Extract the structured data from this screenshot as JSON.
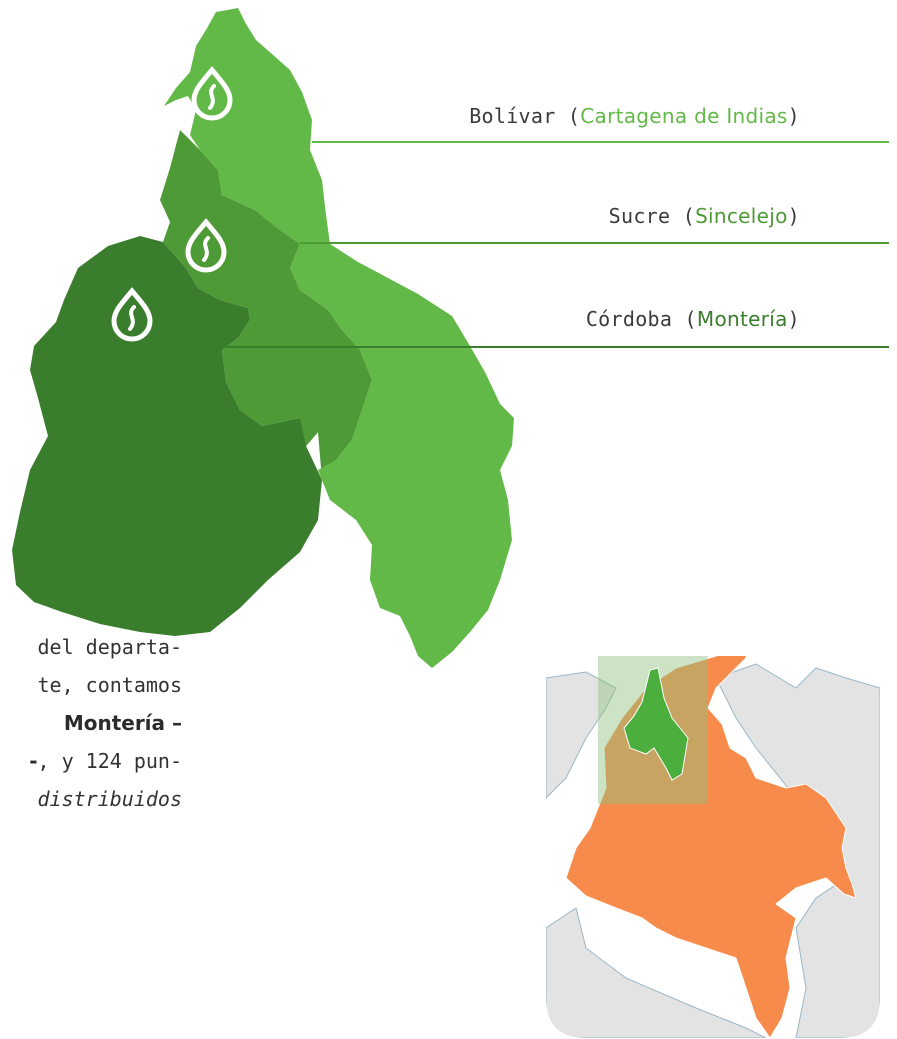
{
  "colors": {
    "bolivar": "#62b947",
    "sucre": "#4e9a36",
    "cordoba": "#3a7d2c",
    "inset_colombia": "#f68b4c",
    "inset_highlight": "#b8dcaa",
    "inset_neighbors": "#e3e3e3",
    "inset_sea": "#ffffff"
  },
  "icons": [
    "drop-flame-icon"
  ],
  "regions": {
    "bolivar": {
      "name": "Bolívar",
      "city": "Cartagena de Indias"
    },
    "sucre": {
      "name": "Sucre",
      "city": "Sincelejo"
    },
    "cordoba": {
      "name": "Córdoba",
      "city": "Montería"
    }
  },
  "body_text": {
    "line1": "del departa-",
    "line2": "te, contamos",
    "line3_bold": "Montería –",
    "line4_bold": "-",
    "line4_rest": ", y 124 pun-",
    "line5_italic": "distribuidos"
  }
}
